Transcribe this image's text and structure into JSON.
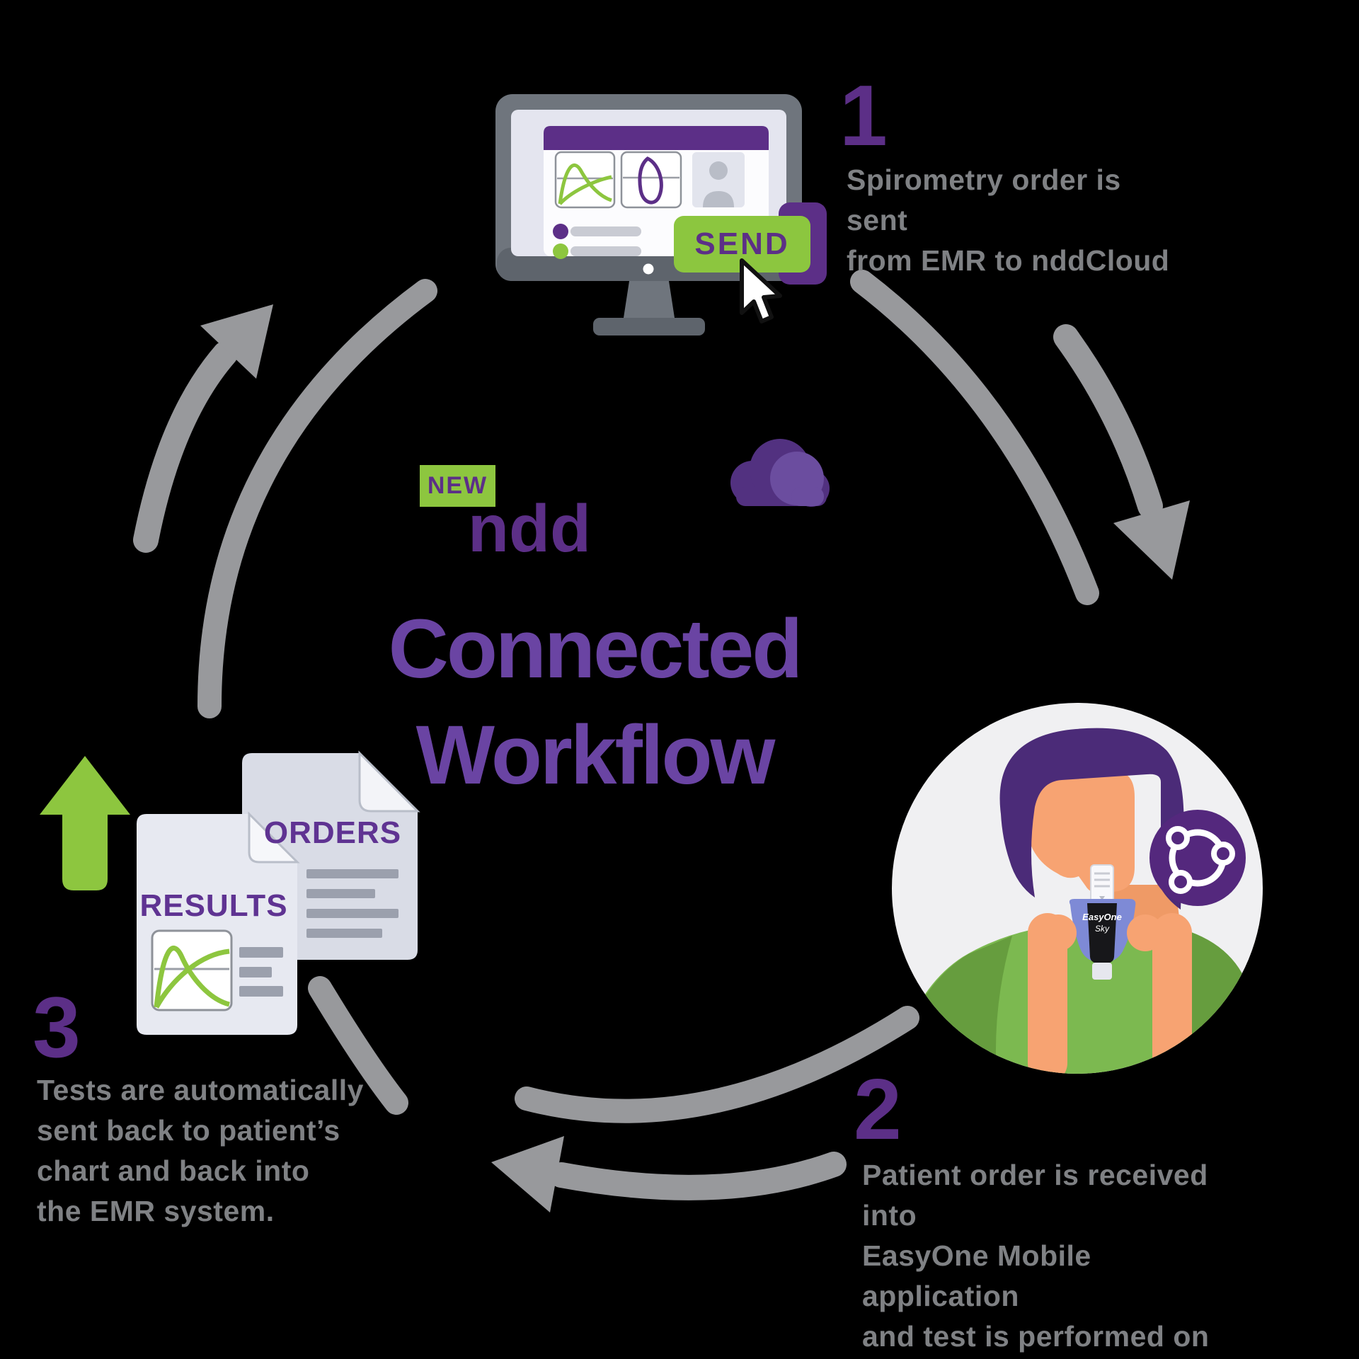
{
  "center": {
    "new_badge": "NEW",
    "brand": "ndd",
    "title": "Connected\nWorkflow"
  },
  "steps": [
    {
      "number": "1",
      "text": "Spirometry order is sent\nfrom EMR to nddCloud"
    },
    {
      "number": "2",
      "text": "Patient order is received into\nEasyOne Mobile application\nand test is performed on\nEasyOne Sky"
    },
    {
      "number": "3",
      "text": "Tests are automatically\nsent back to patient’s\nchart and back into\nthe EMR system."
    }
  ],
  "monitor": {
    "send_button": "SEND"
  },
  "documents": {
    "orders": "ORDERS",
    "results": "RESULTS"
  },
  "device": {
    "label_line1": "EasyOne",
    "label_line2": "Sky"
  },
  "icons": [
    "cloud-icon",
    "cursor-icon",
    "share-network-icon",
    "arrow-up-icon",
    "cycle-arrow-icons",
    "avatar-icon",
    "flow-volume-chart-icon",
    "loop-chart-icon"
  ],
  "colors": {
    "purple_dark": "#5C2F87",
    "purple_headline": "#6A44A3",
    "purple_hair": "#4B2B78",
    "purple_badge": "#54287D",
    "cloud_dark": "#523180",
    "cloud_light": "#6B4D9F",
    "green_accent": "#8DC63F",
    "green_shirt": "#7CB950",
    "green_shirt_dark": "#669D3E",
    "gray_text": "#7F8184",
    "gray_arrow": "#98999C",
    "skin": "#F7A372"
  }
}
